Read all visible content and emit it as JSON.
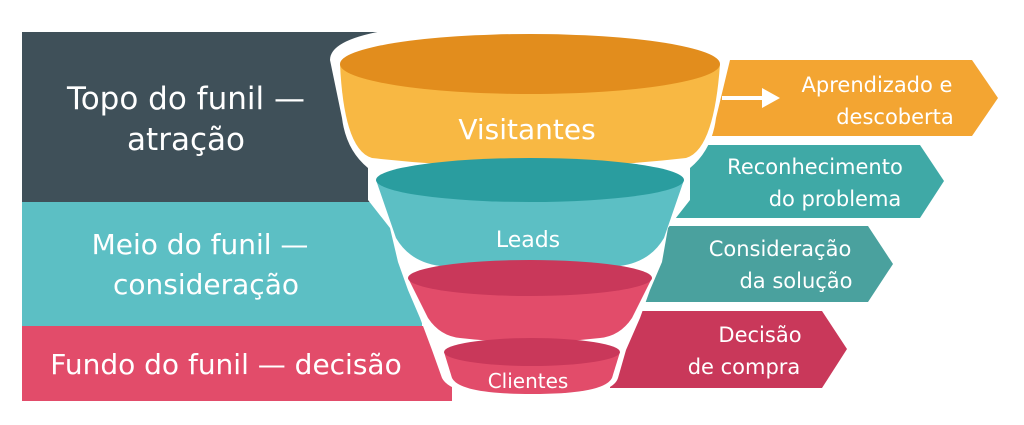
{
  "colors": {
    "dark": "#3f5059",
    "teal": "#5cbfc4",
    "teal_dark": "#2a9d9f",
    "teal_mid": "#3fa9a6",
    "teal_desat": "#4aa19e",
    "pink": "#e24c6a",
    "pink_dark": "#c9385a",
    "orange": "#f3a532",
    "orange_light": "#f8b843",
    "orange_dark": "#e28d1d",
    "white": "#ffffff"
  },
  "bands": [
    {
      "line1": "Topo do funil —",
      "line2": "atração"
    },
    {
      "line1": "Meio do funil —",
      "line2": "consideração"
    },
    {
      "line1": "Fundo do funil — decisão"
    }
  ],
  "funnel": {
    "visitantes": "Visitantes",
    "leads": "Leads",
    "clientes": "Clientes"
  },
  "arrows": [
    {
      "line1": "Aprendizado e",
      "line2": "descoberta"
    },
    {
      "line1": "Reconhecimento",
      "line2": "do problema"
    },
    {
      "line1": "Consideração",
      "line2": "da solução"
    },
    {
      "line1": "Decisão",
      "line2": "de compra"
    }
  ]
}
